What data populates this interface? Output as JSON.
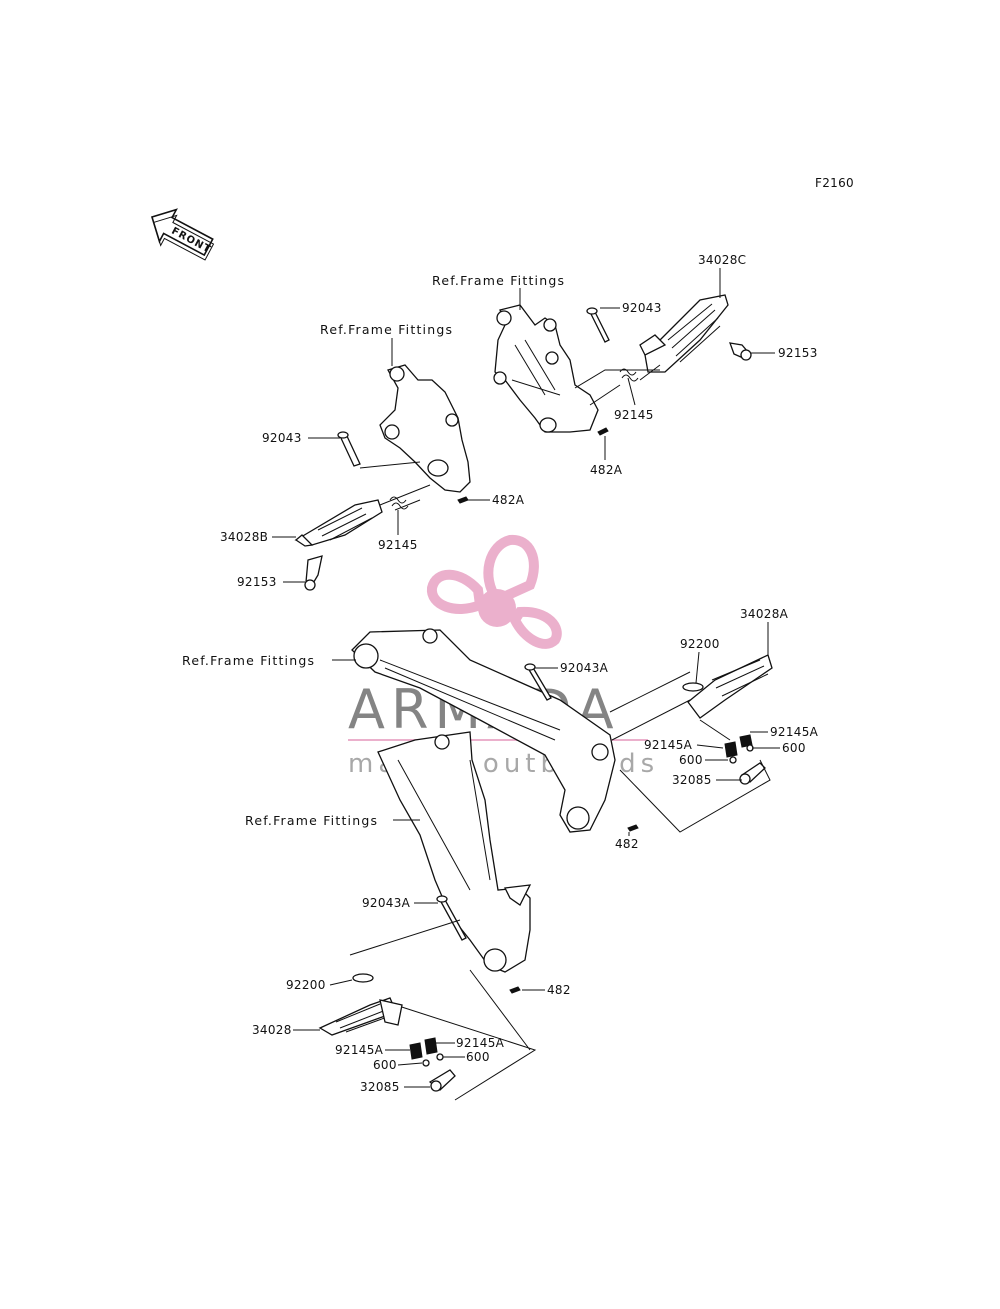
{
  "figure_code": "F2160",
  "front_arrow": {
    "label": "FRONT",
    "icon": "front-arrow-icon"
  },
  "watermark": {
    "name": "ARMADA",
    "tagline": "marine outboards",
    "logo_color": "#e8a3c4",
    "text_color": "#6f6f6f",
    "icon": "propeller-logo-icon"
  },
  "callouts": {
    "ref_upper_right": "Ref.Frame Fittings",
    "ref_upper_left": "Ref.Frame Fittings",
    "ref_middle": "Ref.Frame Fittings",
    "ref_lower": "Ref.Frame Fittings",
    "p34028C": "34028C",
    "p92043_upper_right": "92043",
    "p92153_upper_right": "92153",
    "p92145_upper_right": "92145",
    "p482A_upper_right": "482A",
    "p92043_upper_left": "92043",
    "p482A_upper_left": "482A",
    "p92145_upper_left": "92145",
    "p34028B": "34028B",
    "p92153_upper_left": "92153",
    "p34028A": "34028A",
    "p92200_right": "92200",
    "p92043A_right": "92043A",
    "p92145A_right_a": "92145A",
    "p92145A_right_b": "92145A",
    "p600_right_a": "600",
    "p600_right_b": "600",
    "p32085_right": "32085",
    "p482_right": "482",
    "p92043A_lower": "92043A",
    "p92200_lower": "92200",
    "p482_lower": "482",
    "p34028": "34028",
    "p92145A_lower_a": "92145A",
    "p92145A_lower_b": "92145A",
    "p600_lower_a": "600",
    "p600_lower_b": "600",
    "p32085_lower": "32085"
  }
}
